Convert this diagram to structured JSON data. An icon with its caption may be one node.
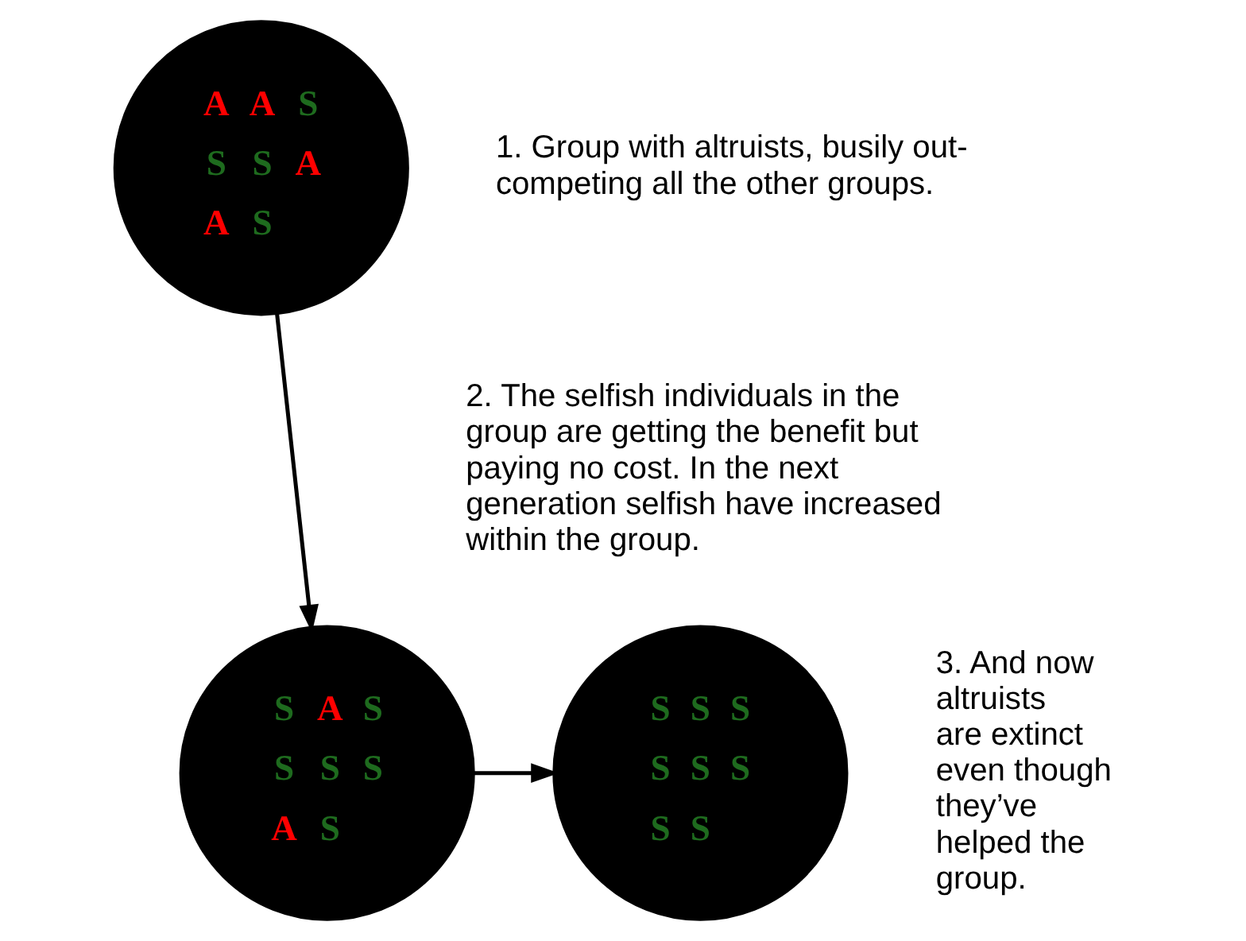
{
  "diagram": {
    "nodes": [
      {
        "text": [
          "A",
          "A",
          "S",
          "S",
          "S",
          "A",
          "A",
          "S"
        ],
        "beside": [
          "1. Group with altruists, busily out-competing all the other groups."
        ]
      },
      {
        "text": [
          "S",
          "A",
          "S",
          "S",
          "S",
          "S",
          "A",
          "S"
        ],
        "beside": [
          "2. The selfish individuals in the group are getting the benefit but paying no cost. In the next generation selfish have increased within the group."
        ]
      },
      {
        "text": [
          "S",
          "S",
          "S",
          "S",
          "S",
          "S",
          "S",
          "S"
        ],
        "beside": [
          "3. And now altruists are extinct even though they’ve helped the group."
        ]
      }
    ],
    "edges": [
      {
        "from": 0,
        "to": 1,
        "arrow": "to"
      },
      {
        "from": 1,
        "to": 2,
        "arrow": "to"
      }
    ]
  }
}
